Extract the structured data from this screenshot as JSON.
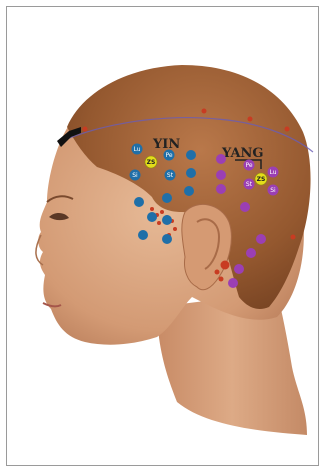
{
  "labels": {
    "yin": "YIN",
    "yang": "YANG"
  },
  "yin_points": {
    "lu": "Lu",
    "pe": "Pe",
    "si": "Si",
    "st": "St",
    "zs": "ZS"
  },
  "yang_points": {
    "pe": "Pe",
    "st": "St",
    "zs": "ZS",
    "lu": "Lu",
    "si": "Si"
  },
  "colors": {
    "yin_point": "#1f6fa8",
    "yang_point": "#9b3fb4",
    "zs_point": "#e3dd1b",
    "red_marker": "#c83c22",
    "meridian_line": "#6a5db5",
    "skin": "#d9a47f",
    "hair": "#9a5a30"
  }
}
